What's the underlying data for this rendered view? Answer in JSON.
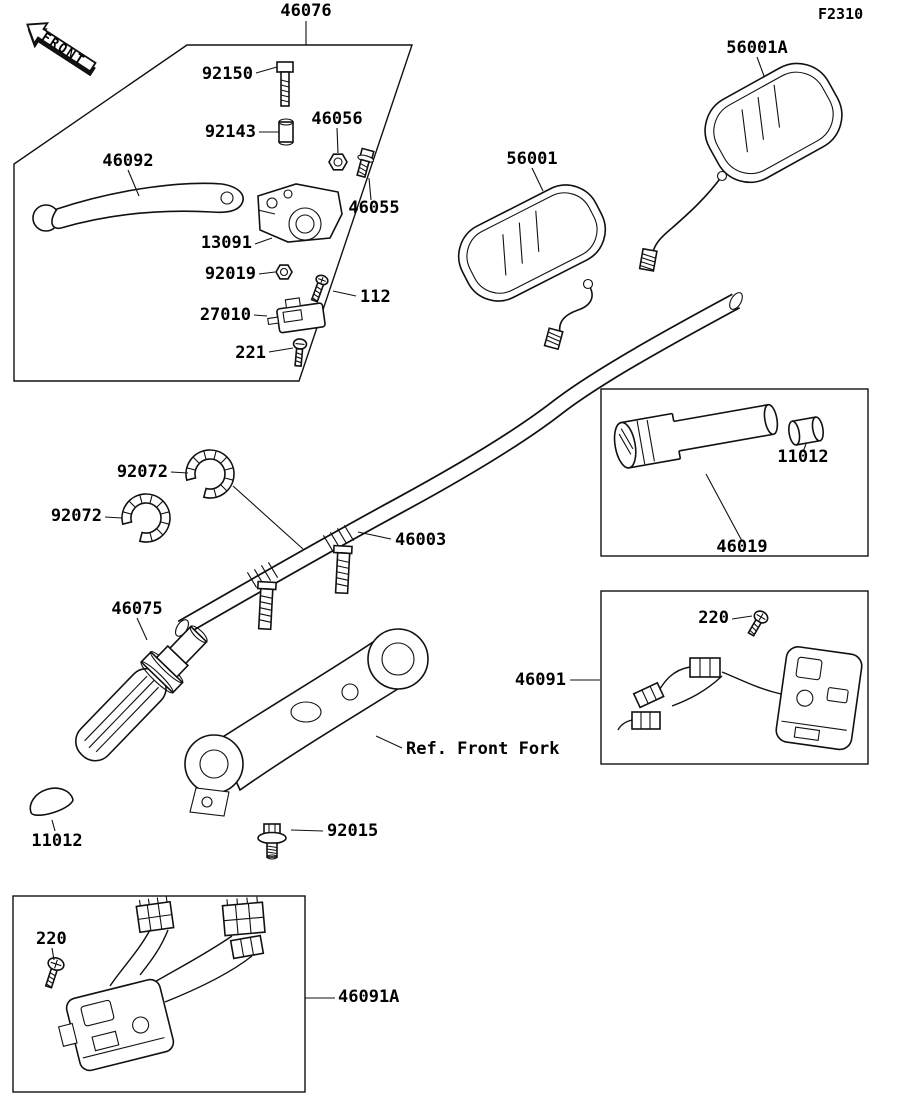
{
  "diagram": {
    "code": "F2310",
    "front_marker": "FRONT",
    "ref_label": "Ref. Front Fork",
    "labels": {
      "assembly": "46076",
      "bolt_92150": "92150",
      "collar_92143": "92143",
      "nut_46056": "46056",
      "lever_46092": "46092",
      "bolt_46055": "46055",
      "holder_13091": "13091",
      "nut_92019": "92019",
      "screw_112": "112",
      "switch_27010": "27010",
      "screw_221": "221",
      "mirror_56001": "56001",
      "mirror_56001a": "56001A",
      "clamp_92072_a": "92072",
      "clamp_92072_b": "92072",
      "handlebar_46003": "46003",
      "cap_11012_right": "11012",
      "tube_46019": "46019",
      "grip_46075": "46075",
      "screw_220_right": "220",
      "switch_46091": "46091",
      "bolt_92015": "92015",
      "cap_11012_left": "11012",
      "screw_220_left": "220",
      "switch_46091a": "46091A"
    }
  }
}
